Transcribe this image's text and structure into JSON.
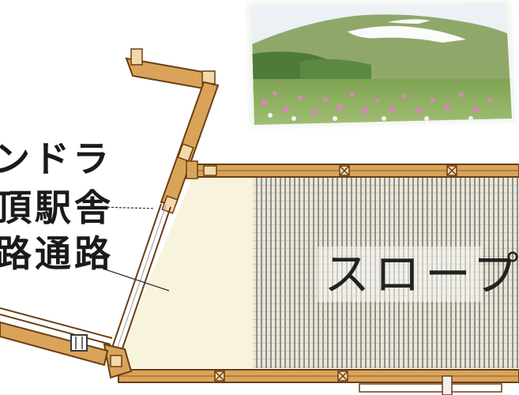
{
  "labels": {
    "line1": "ンドラ",
    "line2": "頂駅舎",
    "line3": "路通路",
    "slope": "スロープ"
  },
  "photo": {
    "subject": "alpine meadow with mountain and snow patches"
  },
  "colors": {
    "wall_wood": "#d9a45a",
    "wall_dark": "#7a4a1c",
    "floor_cream": "#f7f3dc",
    "slope_stripe": "#8a8a8a",
    "text": "#1a1a1a"
  }
}
